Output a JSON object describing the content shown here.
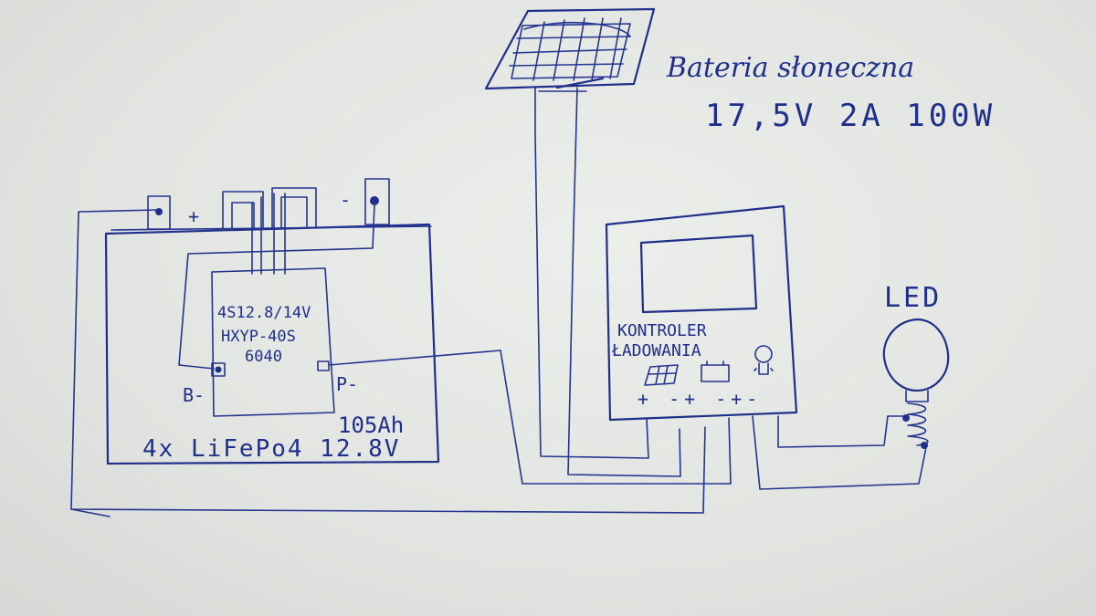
{
  "solar_panel": {
    "title": "Bateria słoneczna",
    "rating": "17,5V 2A 100W"
  },
  "battery": {
    "capacity": "105Ah",
    "spec": "4x LiFePo4 12.8V",
    "positive_label": "+",
    "negative_label": "-"
  },
  "bms": {
    "line1": "4S12.8/14V",
    "line2": "HXYP-40S",
    "line3": "6040",
    "b_minus": "B-",
    "p_minus": "P-"
  },
  "controller": {
    "line1": "KONTROLER",
    "line2": "ŁADOWANIA",
    "terminal_signs": "+ -+ -+-"
  },
  "led": {
    "label": "LED"
  },
  "colors": {
    "ink": "#1f2f8a",
    "paper": "#e3e5e2"
  }
}
